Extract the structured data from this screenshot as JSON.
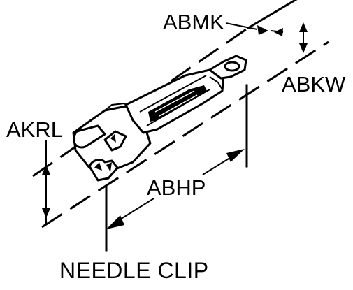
{
  "dimensions": {
    "abmk": "ABMK",
    "abkw": "ABKW",
    "akrl": "AKRL",
    "abhp": "ABHP"
  },
  "caption": "NEEDLE CLIP"
}
